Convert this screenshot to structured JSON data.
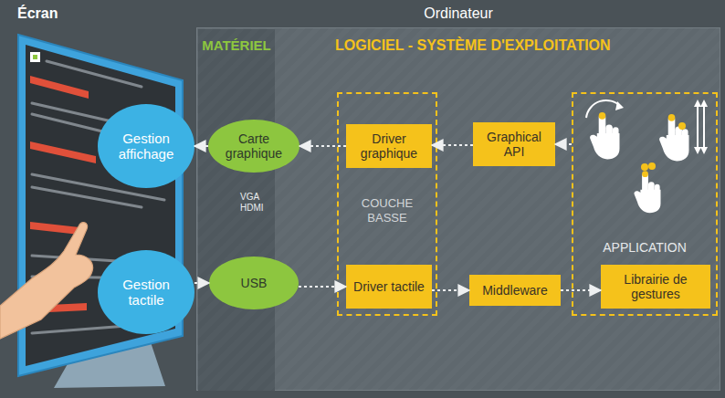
{
  "diagram": {
    "nodes": [
      {
        "text": [
          "Écran"
        ]
      },
      {
        "text": [
          "Gestion affichage"
        ],
        "in": 0
      },
      {
        "text": [
          "Gestion tactile"
        ],
        "in": 0
      },
      {
        "text": [
          "Ordinateur"
        ]
      },
      {
        "text": [
          "MATÉRIEL"
        ],
        "in": 3
      },
      {
        "text": [
          "Carte graphique"
        ],
        "in": 4
      },
      {
        "text": [
          "USB"
        ],
        "in": 4
      },
      {
        "text": [
          "LOGICIEL - SYSTÈME D'EXPLOITATION"
        ],
        "in": 3
      },
      {
        "text": [
          "COUCHE BASSE"
        ],
        "in": 7
      },
      {
        "text": [
          "Driver graphique"
        ],
        "in": 8
      },
      {
        "text": [
          "Driver tactile"
        ],
        "in": 8
      },
      {
        "text": [
          "Graphical API"
        ],
        "in": 7
      },
      {
        "text": [
          "Middleware"
        ],
        "in": 7
      },
      {
        "text": [
          "APPLICATION"
        ],
        "in": 7
      },
      {
        "text": [
          "Librairie de gestures"
        ],
        "in": 13
      }
    ],
    "edges": [
      {
        "from": 13,
        "to": 11,
        "arrow": "to"
      },
      {
        "from": 11,
        "to": 9,
        "arrow": "to"
      },
      {
        "from": 9,
        "to": 5,
        "arrow": "to"
      },
      {
        "from": 5,
        "to": 1,
        "arrow": "to"
      },
      {
        "from": 2,
        "to": 6,
        "arrow": "to"
      },
      {
        "from": 6,
        "to": 10,
        "arrow": "to"
      },
      {
        "from": 10,
        "to": 12,
        "arrow": "to"
      },
      {
        "from": 12,
        "to": 14,
        "arrow": "to"
      }
    ],
    "labels": [
      "VGA",
      "HDMI"
    ]
  }
}
